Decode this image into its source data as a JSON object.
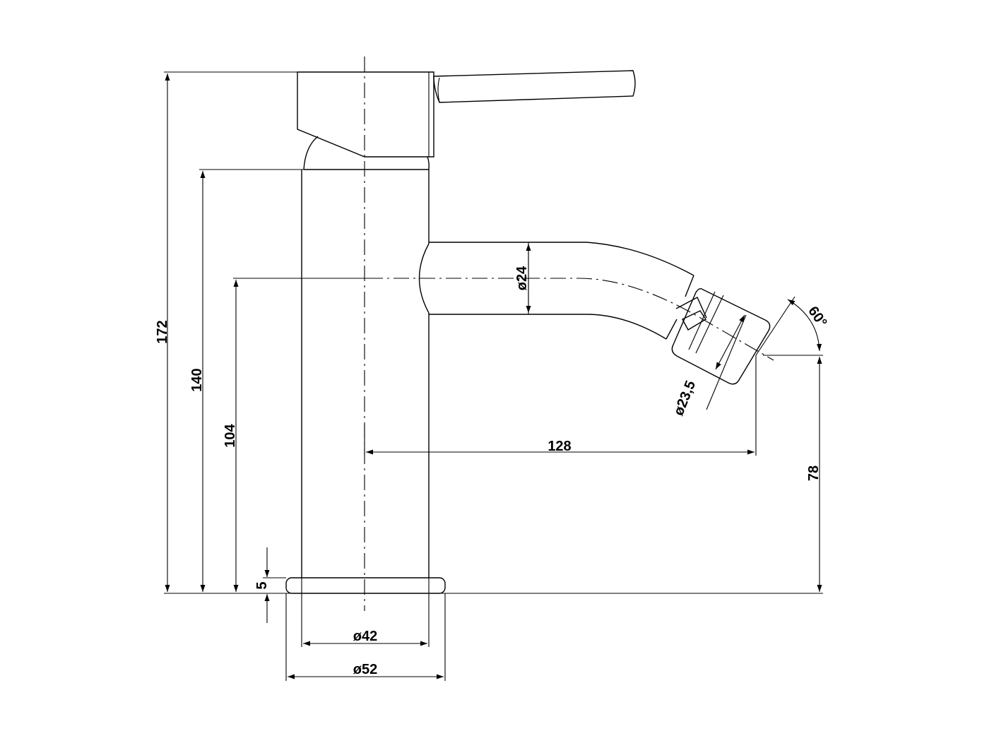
{
  "dimensions": {
    "total_height": "172",
    "body_height": "140",
    "spout_height": "104",
    "base_thickness": "5",
    "spout_diameter": "ø24",
    "aerator_diameter": "ø23,5",
    "aerator_angle": "60°",
    "spout_reach": "128",
    "aerator_height": "78",
    "body_diameter": "ø42",
    "base_diameter": "ø52"
  }
}
